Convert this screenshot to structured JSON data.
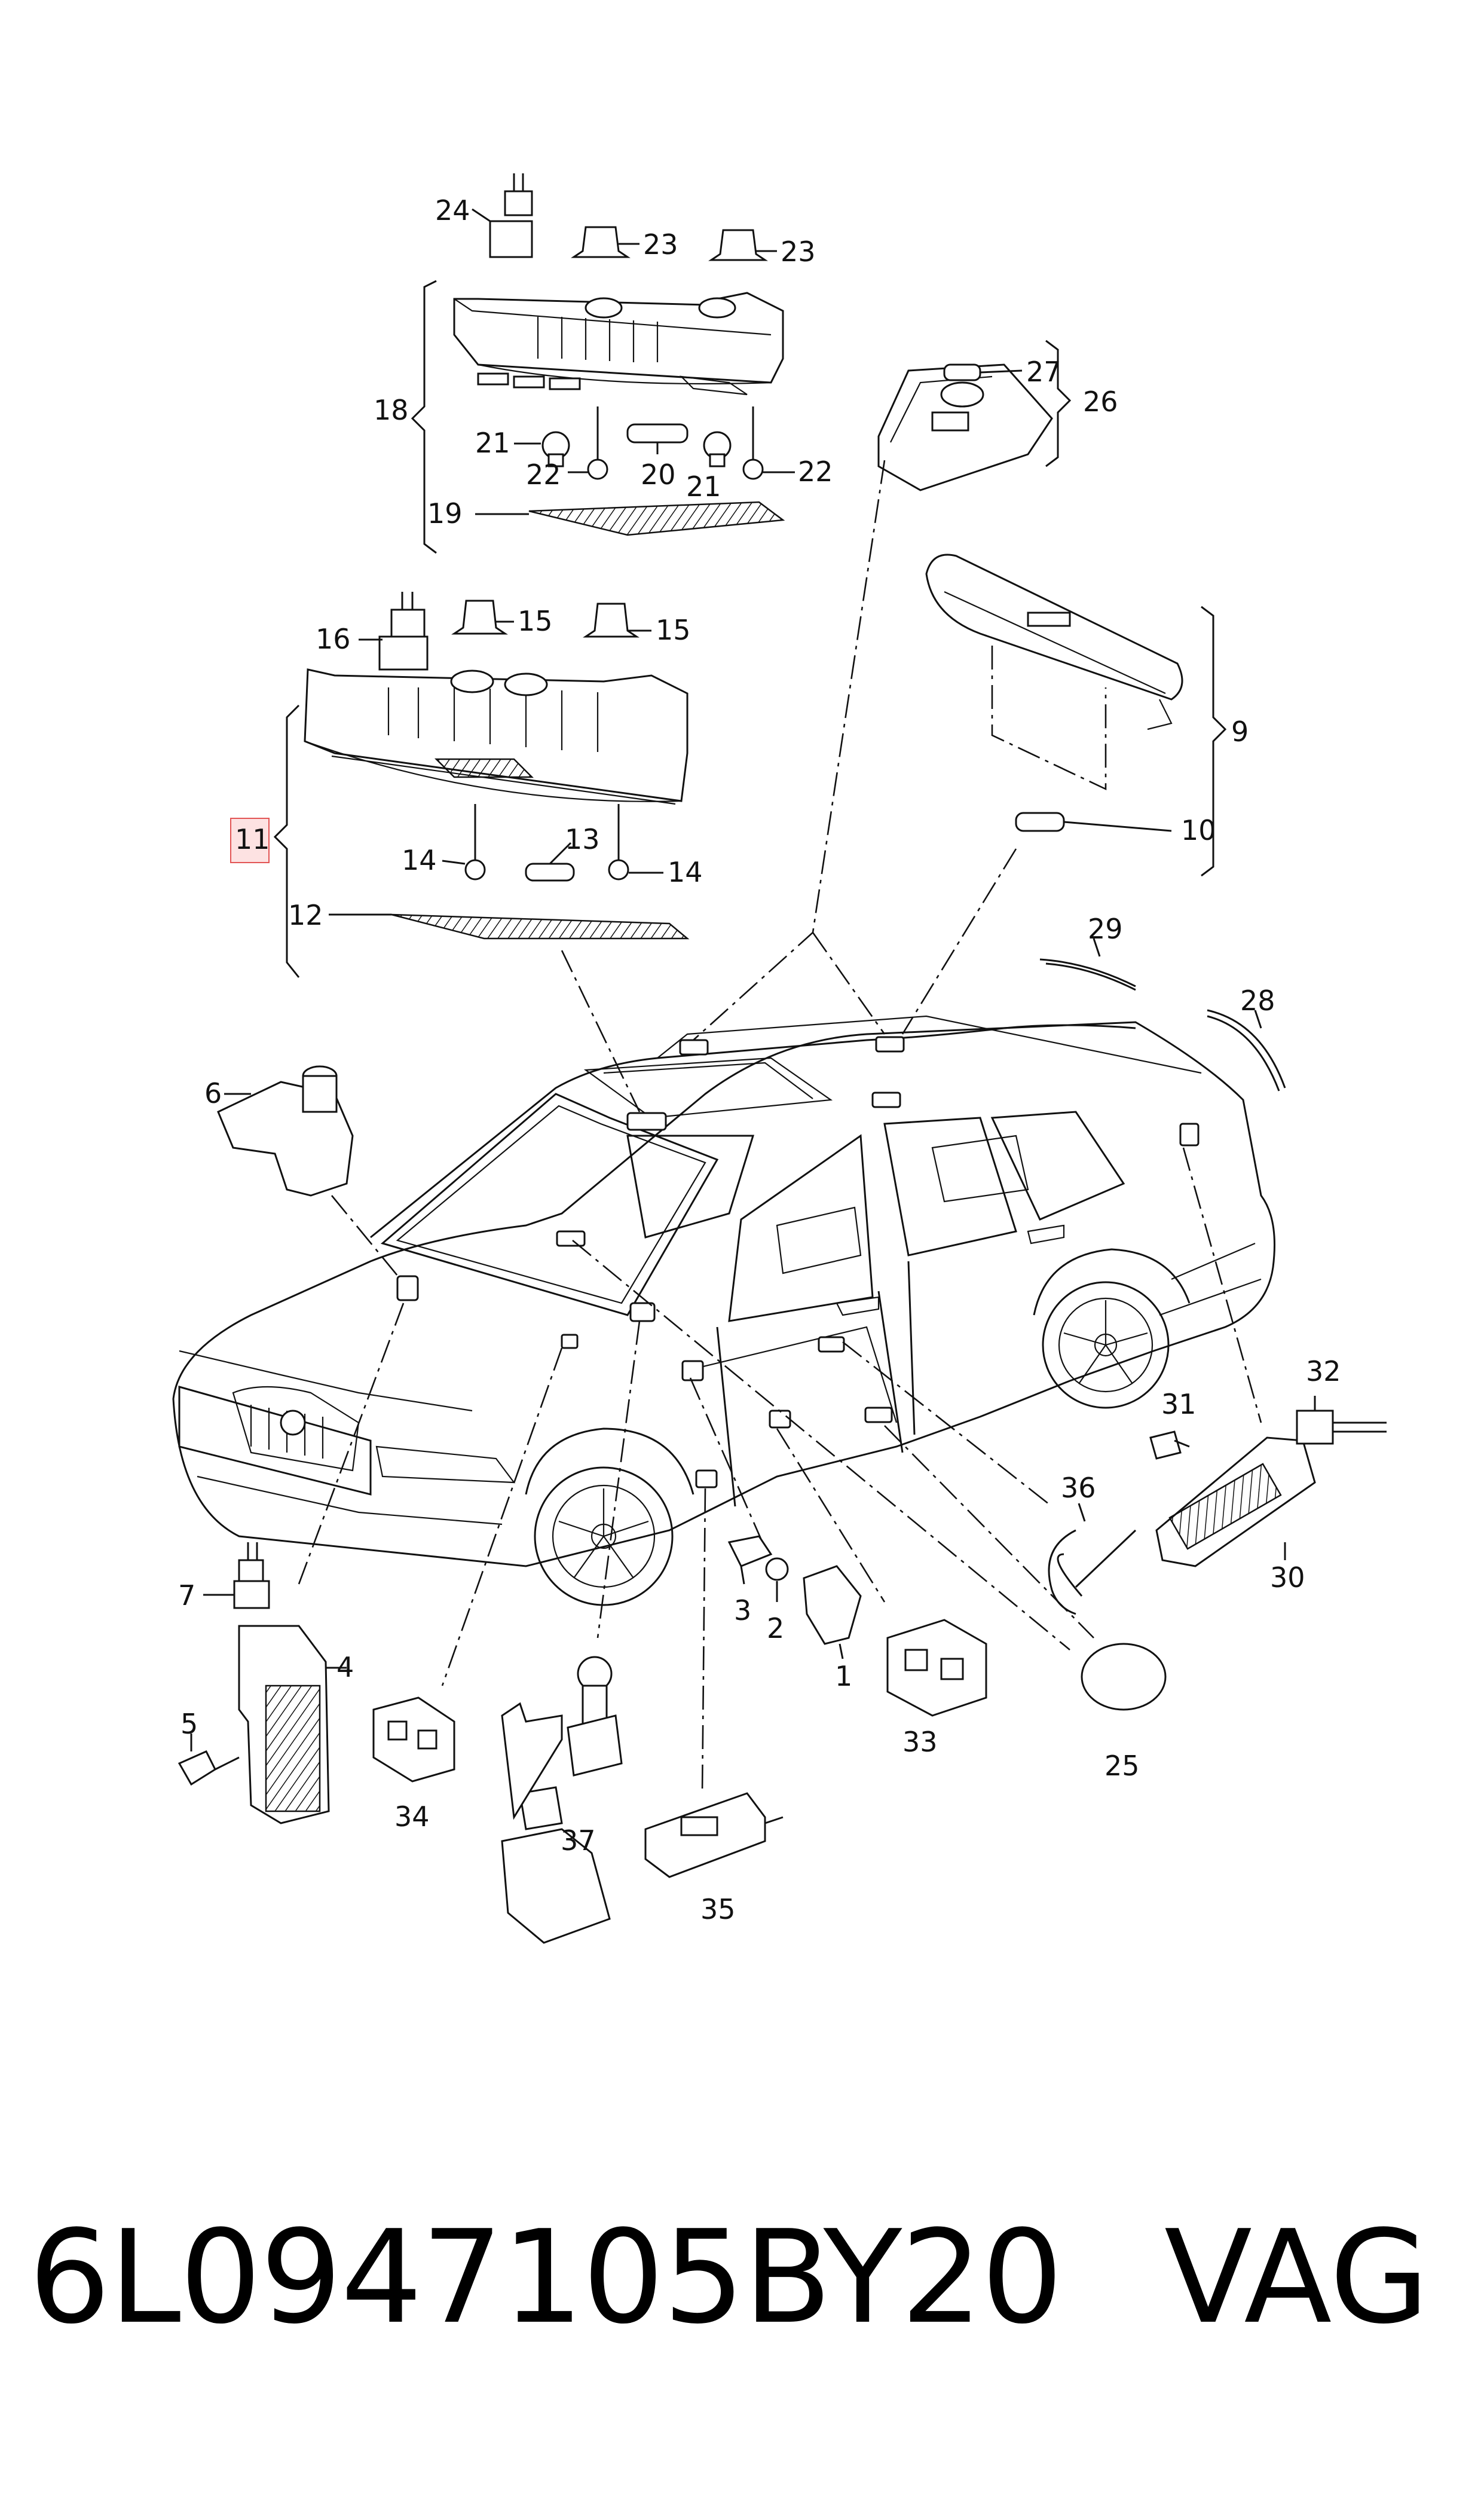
{
  "labels": {
    "l1": "1",
    "l2": "2",
    "l3": "3",
    "l4": "4",
    "l5": "5",
    "l6": "6",
    "l7": "7",
    "l9": "9",
    "l10": "10",
    "l11": "11",
    "l12": "12",
    "l13": "13",
    "l14a": "14",
    "l14b": "14",
    "l15a": "15",
    "l15b": "15",
    "l16": "16",
    "l18": "18",
    "l19": "19",
    "l20": "20",
    "l21a": "21",
    "l21b": "21",
    "l22a": "22",
    "l22b": "22",
    "l23a": "23",
    "l23b": "23",
    "l24": "24",
    "l25": "25",
    "l26": "26",
    "l27": "27",
    "l28": "28",
    "l29": "29",
    "l30": "30",
    "l31": "31",
    "l32": "32",
    "l33": "33",
    "l34": "34",
    "l35": "35",
    "l36": "36",
    "l37": "37"
  },
  "highlight": {
    "label": "11",
    "color": "#e25555",
    "fill": "#fde2e2"
  },
  "footer": {
    "part_number": "6L0947105BY20",
    "brand": "VAG"
  },
  "icons": [
    "car-outline",
    "interior-light-unit",
    "bulb",
    "screw",
    "clip",
    "connector",
    "door-contact-switch",
    "trunk-light"
  ]
}
